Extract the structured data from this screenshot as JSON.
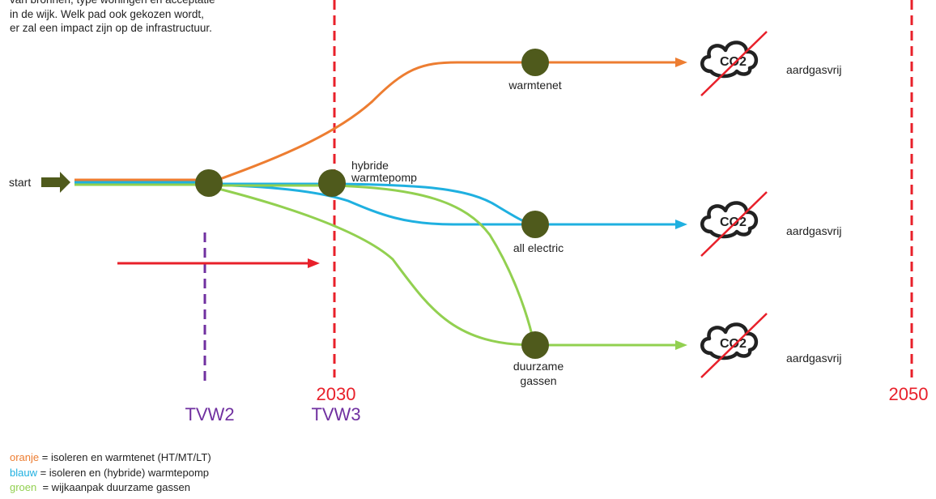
{
  "intro_lines": [
    "van bronnen, type woningen en acceptatie",
    "in de wijk. Welk pad ook gekozen wordt,",
    "er zal een impact zijn op de infrastructuur."
  ],
  "start_label": "start",
  "nodes": {
    "hybride_line1": "hybride",
    "hybride_line2": "warmtepomp",
    "warmtenet": "warmtenet",
    "all_electric": "all electric",
    "duurzame_line1": "duurzame",
    "duurzame_line2": "gassen"
  },
  "outcome_label": "aardgasvrij",
  "co2_label": "CO2",
  "milestones": {
    "tvw2": "TVW2",
    "year_2030": "2030",
    "tvw3": "TVW3",
    "year_2050": "2050"
  },
  "legend": [
    {
      "key": "oranje",
      "text": " = isoleren en warmtenet (HT/MT/LT)",
      "color": "#ed7d31"
    },
    {
      "key": "blauw",
      "text": " = isoleren en (hybride) warmtepomp",
      "color": "#1fb0e0"
    },
    {
      "key": "groen",
      "text": "  = wijkaanpak duurzame gassen",
      "color": "#92d050"
    }
  ],
  "colors": {
    "orange": "#ed7d31",
    "blue": "#1fb0e0",
    "green": "#92d050",
    "node": "#4f5a1c",
    "red": "#e8202a",
    "purple": "#7030a0"
  }
}
